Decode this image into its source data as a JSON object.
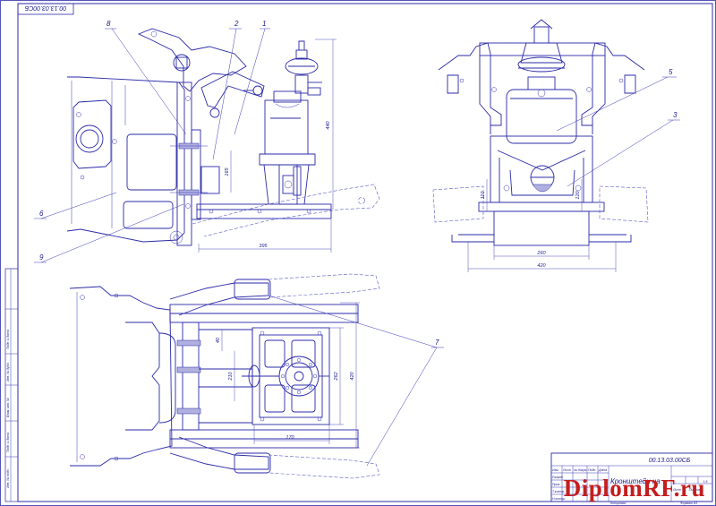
{
  "drawing": {
    "code_top": "00.13.03.00СБ",
    "code_titleblock": "00.13.03.00СБ",
    "title": "Кронштейн на",
    "sheet_scale": "1:5",
    "sheet_label_left": "Лист",
    "sheet_label_right": "Листов"
  },
  "part_labels": [
    "1",
    "2",
    "3",
    "5",
    "6",
    "7",
    "8",
    "9"
  ],
  "dimensions": {
    "front_height": "440",
    "front_width": "395",
    "front_small": "165",
    "side_width_inner": "260",
    "side_width_outer": "420",
    "side_h_left": "110",
    "side_h_right": "120",
    "plan_height_outer": "420",
    "plan_height_inner": "262",
    "plan_width": "170",
    "plan_a": "40",
    "plan_b": "210"
  },
  "titleblock": {
    "cols": [
      "Изм.",
      "Лист",
      "№ докум.",
      "Подп.",
      "Дата"
    ],
    "rows": [
      "Разраб.",
      "Пров.",
      "Т.контр.",
      "Н.контр.",
      "Утв."
    ],
    "footer_left": "Копировал",
    "footer_right": "Формат А1"
  },
  "side_stamp": [
    "Инв. № подл.",
    "Подп. и дата",
    "Взам. инв. №",
    "Инв. № дубл.",
    "Подп. и дата"
  ],
  "watermark": "DiplomRF.ru"
}
